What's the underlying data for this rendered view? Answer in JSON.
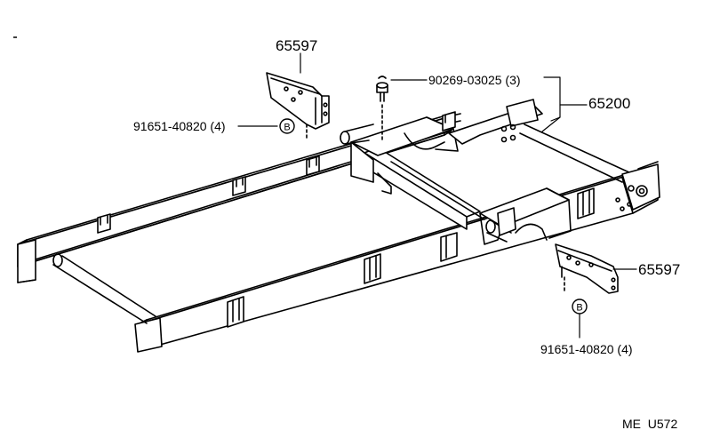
{
  "labels": {
    "bracket_top": "65597",
    "bracket_bottom": "65597",
    "bolt_top": "91651-40820 (4)",
    "bolt_bottom": "91651-40820 (4)",
    "pin": "90269-03025 (3)",
    "frame": "65200",
    "callout_top": "B",
    "callout_bottom": "B",
    "code": "ME  U572"
  }
}
